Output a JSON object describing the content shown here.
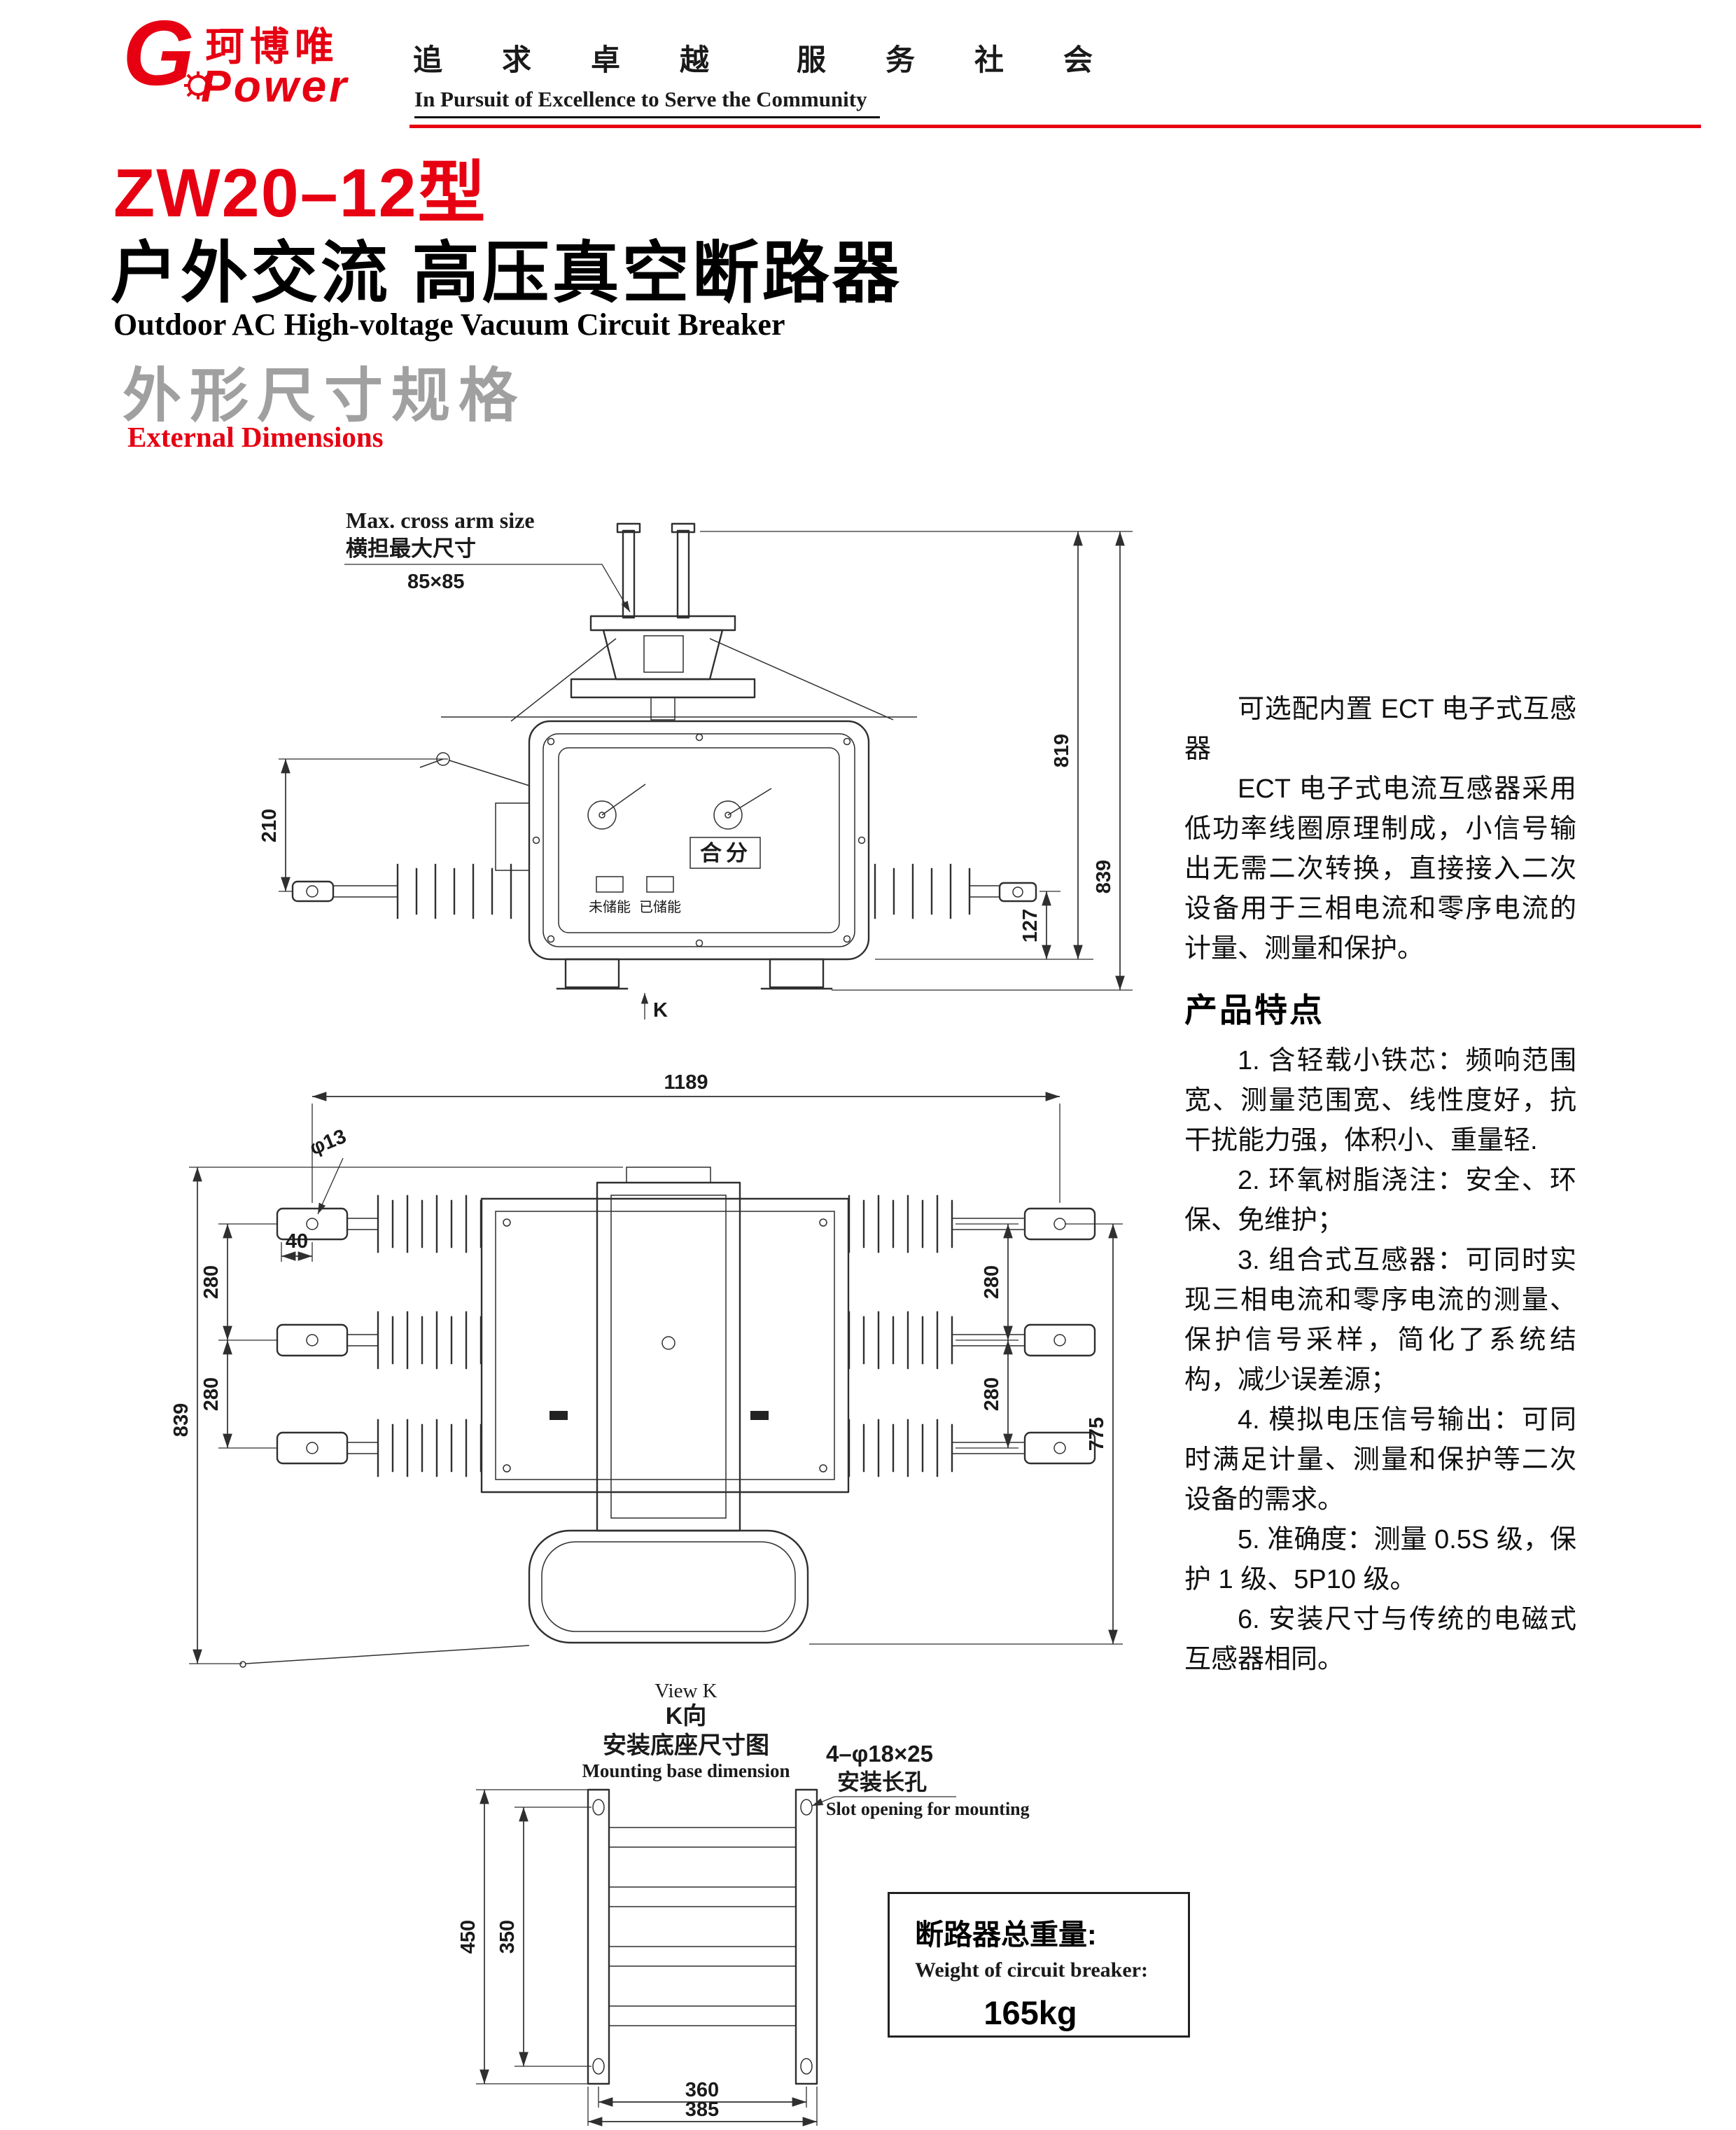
{
  "colors": {
    "accent": "#e60012",
    "gray_heading": "#a0a0a0"
  },
  "header": {
    "brand_g": "G",
    "brand_cn": "珂博唯",
    "brand_en": "Power",
    "tagline_left": "追求卓越",
    "tagline_right": "服务社会",
    "tagline_en": "In Pursuit of Excellence to Serve the Community"
  },
  "title": {
    "model": "ZW20–12型",
    "name_cn": "户外交流 高压真空断路器",
    "name_en": "Outdoor AC High-voltage Vacuum Circuit Breaker",
    "section_cn": "外形尺寸规格",
    "section_en": "External Dimensions"
  },
  "front_view": {
    "callout_en": "Max. cross arm size",
    "callout_cn": "横担最大尺寸",
    "callout_size": "85×85",
    "label_close_open": "合分",
    "label_not_charged": "未储能",
    "label_charged": "已储能",
    "label_k": "K",
    "dim_210": "210",
    "dim_819": "819",
    "dim_839": "839",
    "dim_127": "127"
  },
  "plan_view": {
    "dim_1189": "1189",
    "hole_dia": "φ13",
    "dim_40": "40",
    "dim_280_lu": "280",
    "dim_280_ll": "280",
    "dim_839": "839",
    "dim_280_ru": "280",
    "dim_280_rl": "280",
    "dim_775": "775"
  },
  "base_view": {
    "view_en": "View K",
    "view_cn": "K向",
    "caption_cn": "安装底座尺寸图",
    "caption_en": "Mounting base dimension",
    "slot_spec": "4–φ18×25",
    "slot_cn": "安装长孔",
    "slot_en": "Slot opening for mounting",
    "dim_450": "450",
    "dim_350": "350",
    "dim_360": "360",
    "dim_385": "385"
  },
  "weight_box": {
    "label_cn": "断路器总重量:",
    "label_en": "Weight of circuit breaker:",
    "value": "165kg"
  },
  "sidebar": {
    "intro_p1": "可选配内置 ECT 电子式互感器",
    "intro_p2": "ECT 电子式电流互感器采用低功率线圈原理制成，小信号输出无需二次转换，直接接入二次设备用于三相电流和零序电流的计量、测量和保护。",
    "features_title": "产品特点",
    "features": [
      "1. 含轻载小铁芯：频响范围宽、测量范围宽、线性度好，抗干扰能力强，体积小、重量轻.",
      "2. 环氧树脂浇注：安全、环保、免维护；",
      "3. 组合式互感器：可同时实现三相电流和零序电流的测量、保护信号采样，简化了系统结构，减少误差源；",
      "4. 模拟电压信号输出：可同时满足计量、测量和保护等二次设备的需求。",
      "5. 准确度：测量 0.5S 级，保护 1 级、5P10 级。",
      "6. 安装尺寸与传统的电磁式互感器相同。"
    ]
  }
}
